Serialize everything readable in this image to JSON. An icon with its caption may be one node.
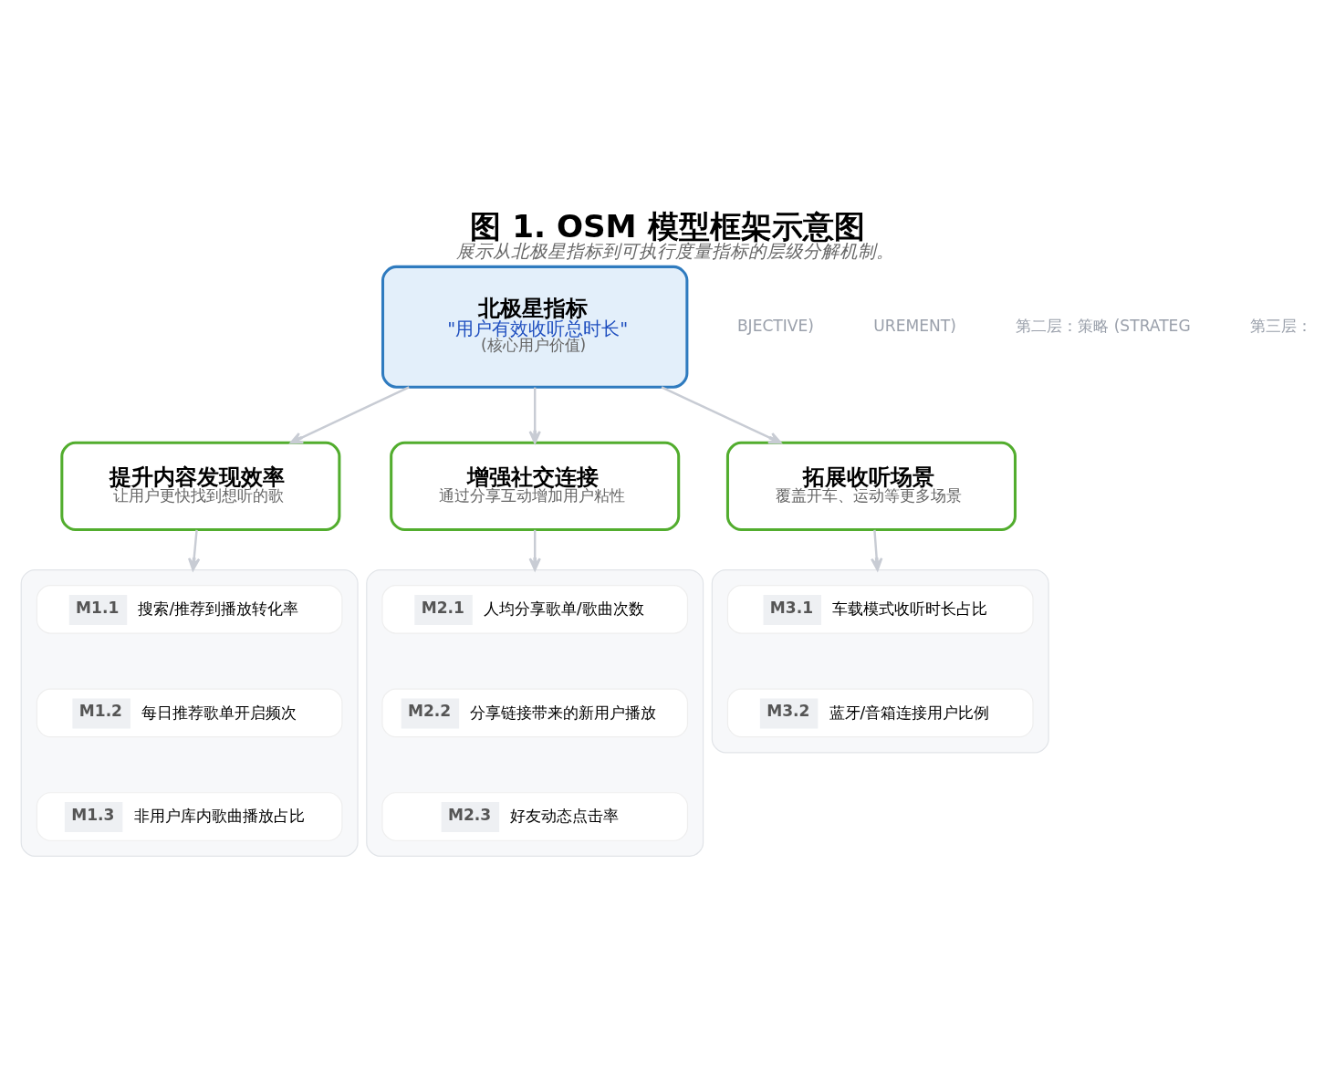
{
  "diagram": {
    "title": "图 1. OSM 模型框架示意图",
    "caption": "展示从北极星指标到可执行度量指标的层级分解机制。",
    "nodes": [
      {
        "text": [
          "北极星指标",
          "\"用户有效收听总时长\"",
          "(核心用户价值)"
        ]
      },
      {
        "text": [
          "提升内容发现效率",
          "让用户更快找到想听的歌"
        ]
      },
      {
        "text": [
          "增强社交连接",
          "通过分享互动增加用户粘性"
        ]
      },
      {
        "text": [
          "拓展收听场景",
          "覆盖开车、运动等更多场景"
        ]
      },
      {
        "text": [],
        "shape": "box"
      },
      {
        "text": [
          "M1.1",
          "搜索/推荐到播放转化率"
        ],
        "in": 4
      },
      {
        "text": [
          "M1.2",
          "每日推荐歌单开启频次"
        ],
        "in": 4
      },
      {
        "text": [
          "M1.3",
          "非用户库内歌曲播放占比"
        ],
        "in": 4
      },
      {
        "text": [],
        "shape": "box"
      },
      {
        "text": [
          "M2.1",
          "人均分享歌单/歌曲次数"
        ],
        "in": 8
      },
      {
        "text": [
          "M2.2",
          "分享链接带来的新用户播放"
        ],
        "in": 8
      },
      {
        "text": [
          "M2.3",
          "好友动态点击率"
        ],
        "in": 8
      },
      {
        "text": [],
        "shape": "box"
      },
      {
        "text": [
          "M3.1",
          "车载模式收听时长占比"
        ],
        "in": 12
      },
      {
        "text": [
          "M3.2",
          "蓝牙/音箱连接用户比例"
        ],
        "in": 12
      }
    ],
    "edges": [
      {
        "from": 0,
        "to": 1,
        "arrow": "to"
      },
      {
        "from": 0,
        "to": 2,
        "arrow": "to"
      },
      {
        "from": 0,
        "to": 3,
        "arrow": "to"
      },
      {
        "from": 1,
        "to": 4,
        "arrow": "to"
      },
      {
        "from": 2,
        "to": 8,
        "arrow": "to"
      },
      {
        "from": 3,
        "to": 12,
        "arrow": "to"
      }
    ],
    "labels": [
      "BJECTIVE)",
      "UREMENT)",
      "第二层：策略 (STRATEG",
      "第三层："
    ]
  }
}
